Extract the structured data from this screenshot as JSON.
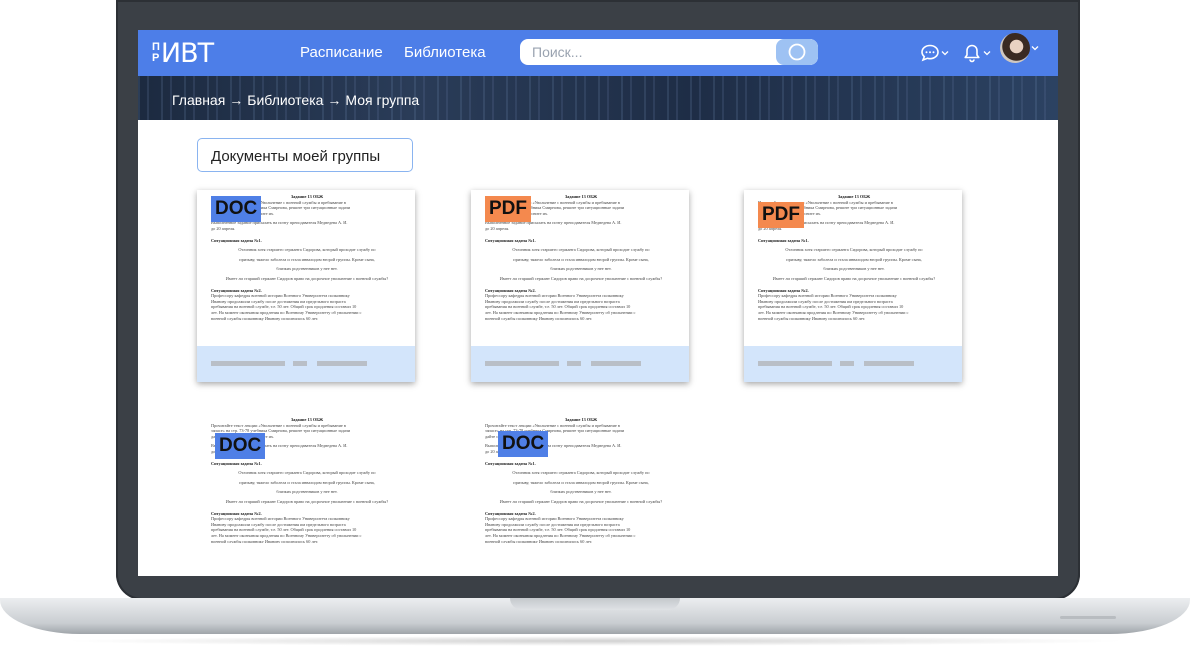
{
  "header": {
    "logo_small_top": "П",
    "logo_small_bottom": "Р",
    "logo_text": "ИВТ",
    "nav": [
      "Расписание",
      "Библиотека"
    ],
    "search_placeholder": "Поиск...",
    "icons": [
      "chat-icon",
      "bell-icon",
      "avatar"
    ]
  },
  "breadcrumb": [
    "Главная",
    "→",
    "Библиотека",
    "→",
    "Моя группа"
  ],
  "section_title": "Документы моей группы",
  "documents": [
    {
      "type": "DOC"
    },
    {
      "type": "PDF"
    },
    {
      "type": "PDF"
    },
    {
      "type": "DOC"
    },
    {
      "type": "DOC"
    }
  ],
  "doc_preview": {
    "title": "Задание 13 ОБЖ",
    "lines": [
      "Прочитайте текст лекции «Увольнение с военной службы и пребывание в",
      "запасе» на стр. 73-78 учебника Смирнова, решите три ситуационные задачи",
      "дайте свои ответы и объясните их.",
      "Выполненное задание присылать на почту преподавателя Медведева А. И.",
      "до 20 апреля."
    ],
    "task1_title": "Ситуационная задача №1.",
    "task1": [
      "Отличник хотя старшего сержанта Сидорова, который проходит службу по",
      "призыву, тяжело заболела и стала инвалидом второй группы. Кроме сына,",
      "близких родственников у нее нет."
    ],
    "task1_q": "Имеет ли старший сержант Сидоров право на досрочное увольнение с военной службы?",
    "task2_title": "Ситуационная задача №2.",
    "task2": [
      "Профессору кафедры военной истории Военного Университета полковнику",
      "Иванову продолжили службу после достижения им предельного возраста",
      "пребывания на военной службе, т.е. 50 лет. Общий срок продления составил 10",
      "лет. На момент окончания продления по Военному Университету об увольнении с",
      "военной службы полковнику Иванову исполнилось 60 лет."
    ]
  }
}
